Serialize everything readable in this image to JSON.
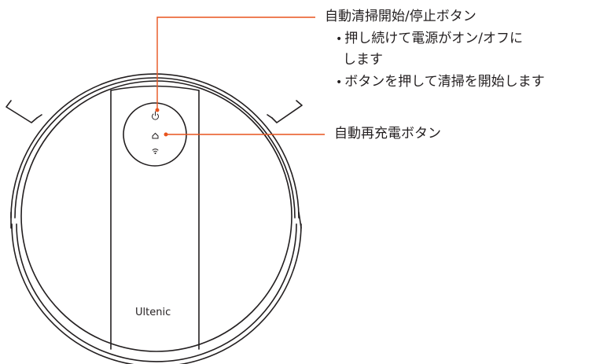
{
  "callouts": {
    "start_stop": {
      "title": "自動清掃開始/停止ボタン",
      "notes": [
        "押し続けて電源がオン/オフに",
        "します",
        "ボタンを押して清掃を開始します"
      ]
    },
    "recharge": {
      "title": "自動再充電ボタン"
    }
  },
  "device": {
    "brand": "Ultenic"
  },
  "colors": {
    "line": "#231f20",
    "callout": "#e8541e"
  },
  "icons": [
    "power-icon",
    "home-icon",
    "wifi-icon"
  ]
}
